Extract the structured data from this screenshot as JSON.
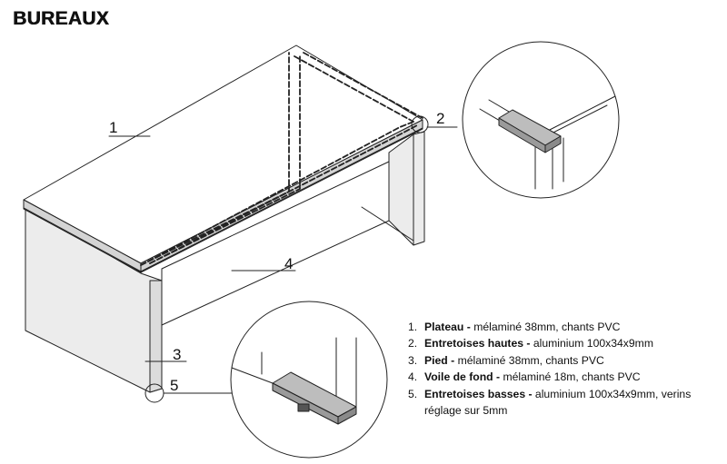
{
  "title": "BUREAUX",
  "callouts": [
    "1",
    "2",
    "3",
    "4",
    "5"
  ],
  "legend": [
    {
      "num": "1.",
      "term": "Plateau -",
      "desc": " mélaminé 38mm, chants PVC"
    },
    {
      "num": "2.",
      "term": "Entretoises hautes -",
      "desc": " aluminium 100x34x9mm"
    },
    {
      "num": "3.",
      "term": "Pied -",
      "desc": " mélaminé 38mm, chants PVC"
    },
    {
      "num": "4.",
      "term": "Voile de fond -",
      "desc": " mélaminé 18m, chants PVC"
    },
    {
      "num": "5.",
      "term": "Entretoises basses -",
      "desc": " aluminium 100x34x9mm, verins réglage sur 5mm"
    }
  ]
}
